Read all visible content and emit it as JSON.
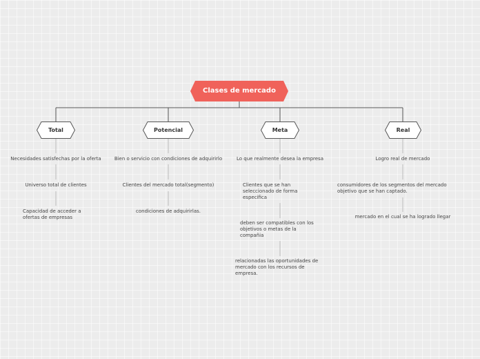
{
  "root": {
    "label": "Clases de mercado"
  },
  "colors": {
    "root_fill": "#f0625a",
    "line": "#555555",
    "node_fill": "#ffffff",
    "node_stroke": "#555555"
  },
  "branches": [
    {
      "label": "Total",
      "items": [
        "Necesidades satisfechas por la oferta",
        "Universo total de clientes",
        "Capacidad de acceder a ofertas de empresas"
      ]
    },
    {
      "label": "Potencial",
      "items": [
        "Bien o servicio con condiciones de adquirirlo",
        "Clientes del mercado total(segmento)",
        "condiciones de adquirirlas."
      ]
    },
    {
      "label": "Meta",
      "items": [
        "Lo que realmente desea la empresa",
        "Clientes que se han seleccionado de forma especifica",
        "deben ser compatibles con los objetivos o metas de la compañia",
        "relacionadas las oportunidades de mercado con los recursos de empresa."
      ]
    },
    {
      "label": "Real",
      "items": [
        "Logro real de mercado",
        "consumidores de los segmentos del mercado objetivo que se han captado.",
        "mercado en el cual se ha logrado llegar"
      ]
    }
  ]
}
